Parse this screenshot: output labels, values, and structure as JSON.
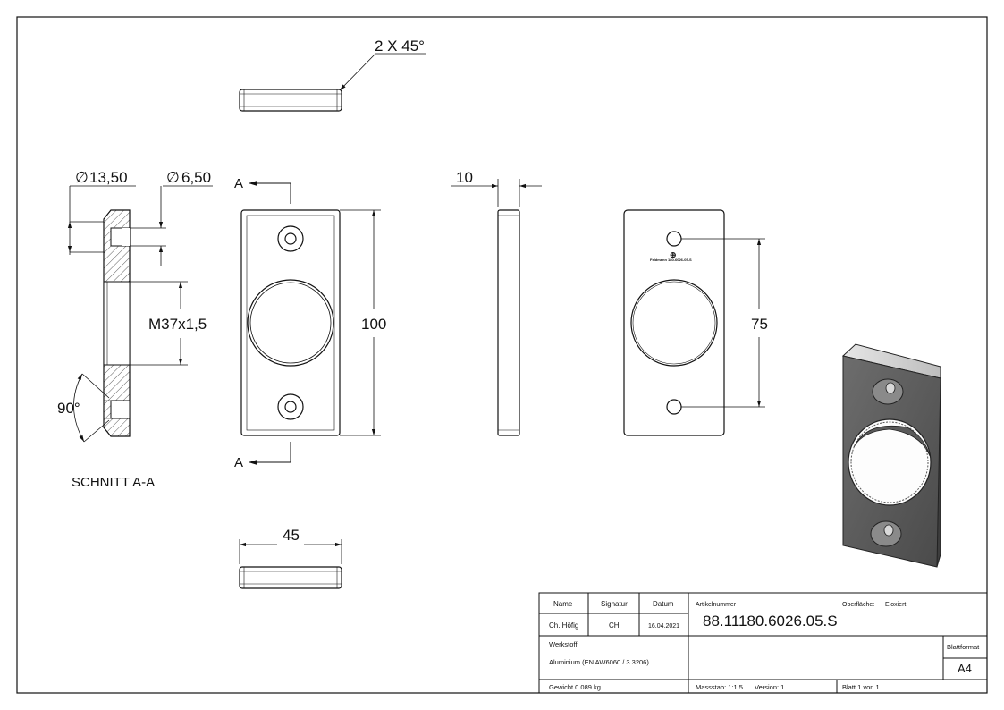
{
  "drawing": {
    "dimensions": {
      "chamfer": "2 X 45°",
      "dia_counterbore": "13,50",
      "dia_hole": "6,50",
      "thread": "M37x1,5",
      "height": "100",
      "thickness": "10",
      "hole_spacing": "75",
      "width": "45",
      "angle": "90°",
      "diameter_symbol": "∅"
    },
    "section_marker": "A",
    "section_label": "SCHNITT A-A",
    "engraving": "Feldmann 180-6026-05-S"
  },
  "title_block": {
    "name_label": "Name",
    "signatur_label": "Signatur",
    "datum_label": "Datum",
    "name_value": "Ch. Höfig",
    "signatur_value": "CH",
    "datum_value": "16.04.2021",
    "artikel_label": "Artikelnummer",
    "artikel_value": "88.11180.6026.05.S",
    "oberflaeche_label": "Oberfläche:",
    "oberflaeche_value": "Eloxiert",
    "werkstoff_label": "Werkstoff:",
    "werkstoff_value": "Aluminium (EN AW6060 / 3.3206)",
    "blattformat_label": "Blattformat",
    "blattformat_value": "A4",
    "gewicht": "Gewicht 0.089 kg",
    "massstab": "Massstab: 1:1.5",
    "version": "Version: 1",
    "blatt": "Blatt 1 von 1"
  }
}
